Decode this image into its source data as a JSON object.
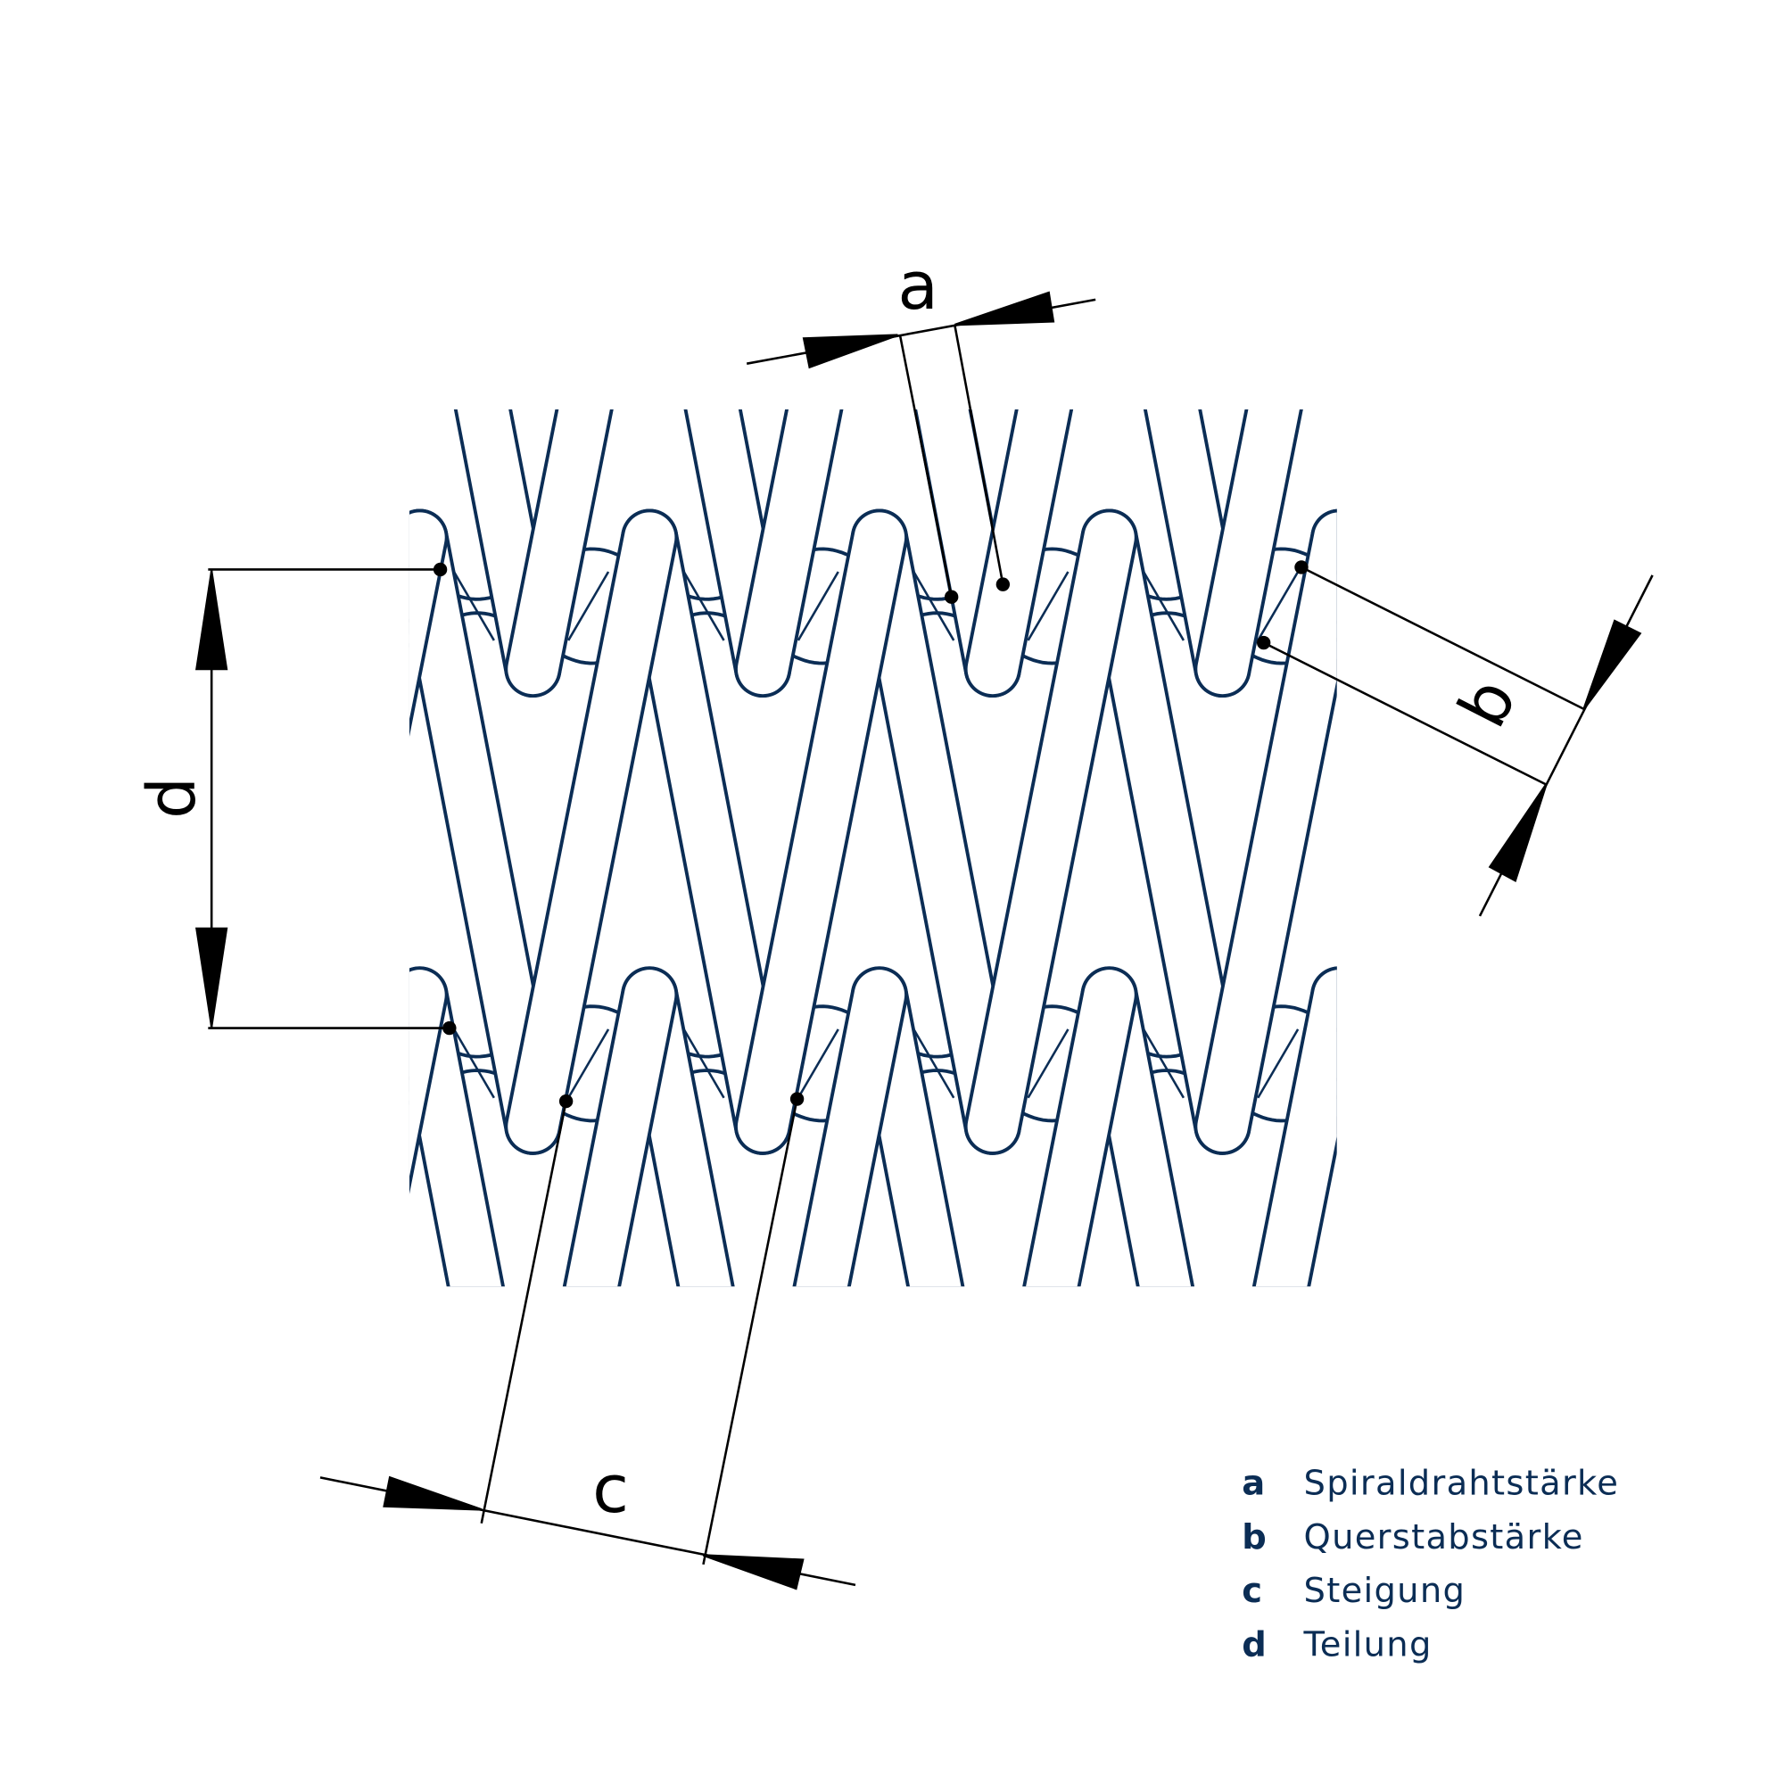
{
  "colors": {
    "wire": "#0b2d55",
    "dimension": "#000000",
    "background": "#ffffff"
  },
  "dimension_labels": {
    "a": "a",
    "b": "b",
    "c": "c",
    "d": "d"
  },
  "legend": [
    {
      "key": "a",
      "label": "Spiraldrahtstärke"
    },
    {
      "key": "b",
      "label": "Querstabstärke"
    },
    {
      "key": "c",
      "label": "Steigung"
    },
    {
      "key": "d",
      "label": "Teilung"
    }
  ]
}
